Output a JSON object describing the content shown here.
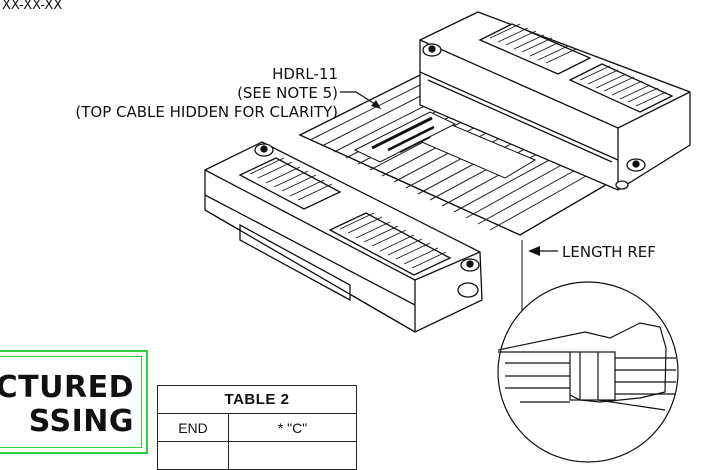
{
  "top_label": "XX-XX-XX",
  "callouts": {
    "hdrl_line1": "HDRL-11",
    "hdrl_line2": "(SEE NOTE 5)",
    "hdrl_line3": "(TOP CABLE HIDDEN FOR CLARITY)",
    "length_ref": "LENGTH REF"
  },
  "stamp": {
    "line1": "CTURED",
    "line2": "SSING"
  },
  "table2": {
    "title": "TABLE 2",
    "col_end": "END",
    "col_c": "* \"C\""
  }
}
